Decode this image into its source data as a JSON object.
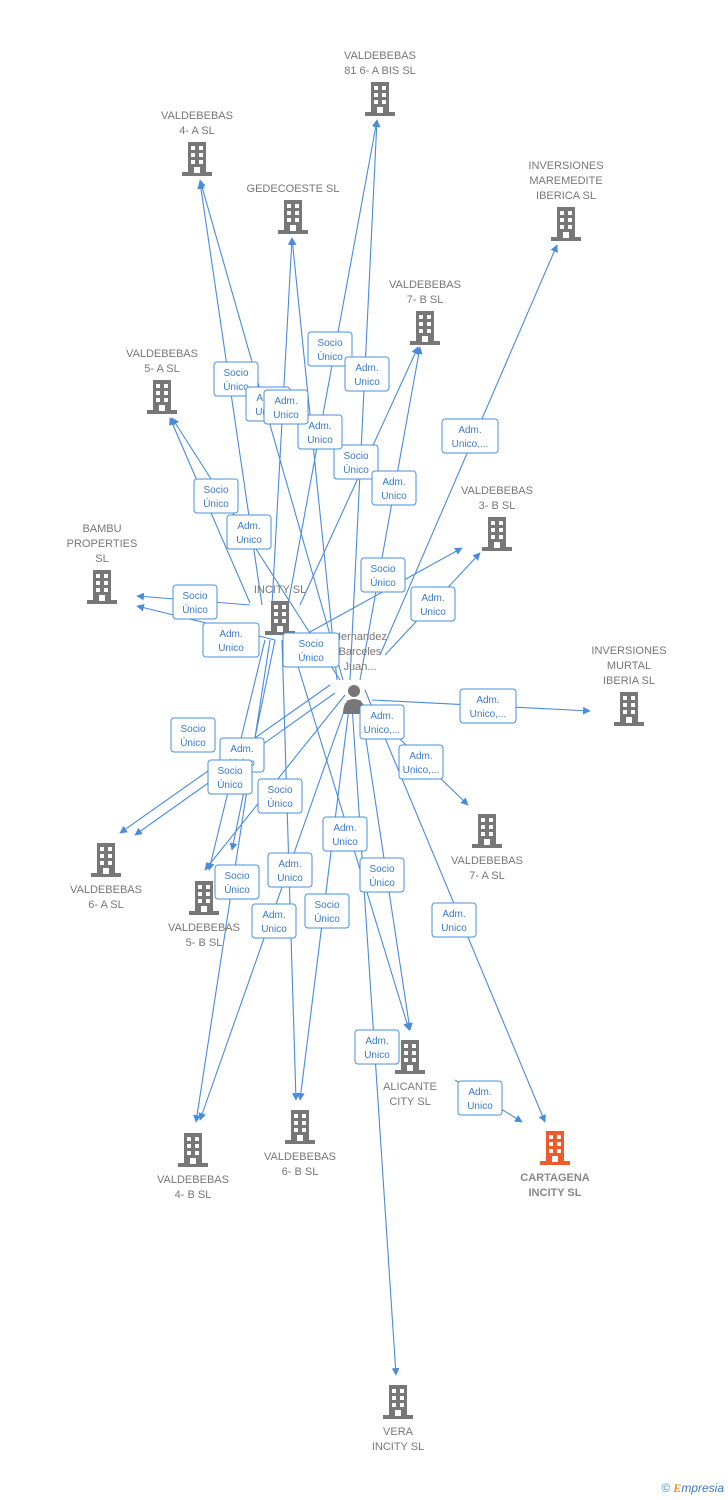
{
  "colors": {
    "edge": "#4a8bdb",
    "building": "#777777",
    "highlight": "#f05a28",
    "person": "#777777"
  },
  "footer": {
    "copyright": "©",
    "brand_e": "E",
    "brand_rest": "mpresia"
  },
  "person": {
    "name_lines": [
      "Hernandez",
      "Barceles",
      "Juan..."
    ],
    "icon": "person-icon"
  },
  "nodes": [
    {
      "id": "vald816",
      "lines": [
        "VALDEBEBAS",
        "81 6- A BIS  SL"
      ]
    },
    {
      "id": "vald4a",
      "lines": [
        "VALDEBEBAS",
        "4- A  SL"
      ]
    },
    {
      "id": "gedec",
      "lines": [
        "GEDECOESTE SL"
      ]
    },
    {
      "id": "invmar",
      "lines": [
        "INVERSIONES",
        "MAREMEDITE",
        "IBERICA  SL"
      ]
    },
    {
      "id": "vald7b",
      "lines": [
        "VALDEBEBAS",
        "7- B  SL"
      ]
    },
    {
      "id": "vald5a",
      "lines": [
        "VALDEBEBAS",
        "5- A  SL"
      ]
    },
    {
      "id": "vald3b",
      "lines": [
        "VALDEBEBAS",
        "3- B  SL"
      ]
    },
    {
      "id": "bambu",
      "lines": [
        "BAMBU",
        "PROPERTIES",
        "SL"
      ]
    },
    {
      "id": "incity",
      "lines": [
        "INCITY SL"
      ]
    },
    {
      "id": "invmur",
      "lines": [
        "INVERSIONES",
        "MURTAL",
        "IBERIA  SL"
      ]
    },
    {
      "id": "vald7a",
      "lines": [
        "VALDEBEBAS",
        "7- A  SL"
      ]
    },
    {
      "id": "vald6a",
      "lines": [
        "VALDEBEBAS",
        "6- A  SL"
      ]
    },
    {
      "id": "vald5b",
      "lines": [
        "VALDEBEBAS",
        "5- B  SL"
      ]
    },
    {
      "id": "alicante",
      "lines": [
        "ALICANTE",
        "CITY  SL"
      ]
    },
    {
      "id": "cartagena",
      "lines": [
        "CARTAGENA",
        "INCITY  SL"
      ],
      "highlight": true
    },
    {
      "id": "vald4b",
      "lines": [
        "VALDEBEBAS",
        "4- B  SL"
      ]
    },
    {
      "id": "vald6b",
      "lines": [
        "VALDEBEBAS",
        "6- B  SL"
      ]
    },
    {
      "id": "vera",
      "lines": [
        "VERA",
        "INCITY  SL"
      ]
    }
  ],
  "edge_labels": [
    [
      "Socio",
      "Único"
    ],
    [
      "Adm.",
      "Unico"
    ],
    [
      "Socio",
      "Único"
    ],
    [
      "Adm.",
      "Unico"
    ],
    [
      "Socio",
      "Único"
    ],
    [
      "Adm.",
      "Unico"
    ],
    [
      "Adm.",
      "Unico"
    ],
    [
      "Socio",
      "Único"
    ],
    [
      "Adm.",
      "Unico"
    ],
    [
      "Adm.",
      "Unico,..."
    ],
    [
      "Socio",
      "Único"
    ],
    [
      "Adm.",
      "Unico"
    ],
    [
      "Socio",
      "Único"
    ],
    [
      "Adm.",
      "Unico"
    ],
    [
      "Socio",
      "Único"
    ],
    [
      "Adm.",
      "Unico,..."
    ],
    [
      "Adm.",
      "Unico,..."
    ],
    [
      "Adm.",
      "Unico,..."
    ],
    [
      "Socio",
      "Único"
    ],
    [
      "Adm.",
      "Unico"
    ],
    [
      "Socio",
      "Único"
    ],
    [
      "Socio",
      "Único"
    ],
    [
      "Adm.",
      "Unico"
    ],
    [
      "Adm.",
      "Unico"
    ],
    [
      "Socio",
      "Único"
    ],
    [
      "Socio",
      "Único"
    ],
    [
      "Socio",
      "Único"
    ],
    [
      "Adm.",
      "Unico"
    ],
    [
      "Adm.",
      "Unico"
    ],
    [
      "Adm.",
      "Unico"
    ],
    [
      "Adm.",
      "Unico"
    ],
    [
      "Adm.",
      "Unico"
    ],
    [
      "Socio",
      "Único"
    ],
    [
      "Adm.",
      "Unico"
    ]
  ]
}
